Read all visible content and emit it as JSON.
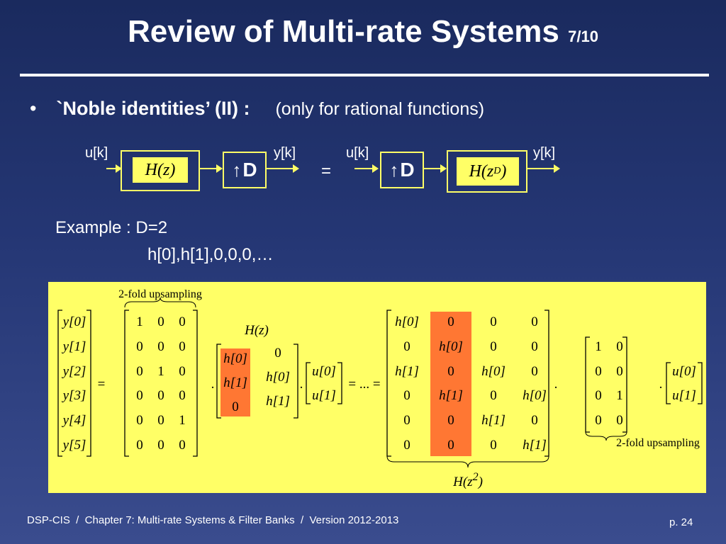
{
  "slide": {
    "title": "Review of Multi-rate Systems",
    "page_fraction": "7/10"
  },
  "bullet": {
    "marker": "•",
    "label": "`Noble identities’ (II) :",
    "note": "(only for rational functions)"
  },
  "diagram": {
    "input": "u[k]",
    "output": "y[k]",
    "equals": "=",
    "left_filter": "H(z)",
    "decimator_label": "D",
    "right_filter_base": "H(z",
    "right_filter_exp": "D",
    "right_filter_close": ")"
  },
  "example": {
    "heading": "Example : D=2",
    "sequence": "h[0],h[1],0,0,0,…"
  },
  "matrix_panel": {
    "top_brace_label": "2-fold upsampling",
    "bottom_right_label": "2-fold upsampling",
    "hz_label": "H(z)",
    "hz2_label_base": "H(z",
    "hz2_label_exp": "2",
    "hz2_label_close": ")",
    "y_vector": [
      "y[0]",
      "y[1]",
      "y[2]",
      "y[3]",
      "y[4]",
      "y[5]"
    ],
    "up_matrix": [
      [
        "1",
        "0",
        "0"
      ],
      [
        "0",
        "0",
        "0"
      ],
      [
        "0",
        "1",
        "0"
      ],
      [
        "0",
        "0",
        "0"
      ],
      [
        "0",
        "0",
        "1"
      ],
      [
        "0",
        "0",
        "0"
      ]
    ],
    "h_matrix": [
      [
        "h[0]",
        "0"
      ],
      [
        "h[1]",
        "h[0]"
      ],
      [
        "0",
        "h[1]"
      ]
    ],
    "u_vector": [
      "u[0]",
      "u[1]"
    ],
    "big_matrix": [
      [
        "h[0]",
        "0",
        "0",
        "0"
      ],
      [
        "0",
        "h[0]",
        "0",
        "0"
      ],
      [
        "h[1]",
        "0",
        "h[0]",
        "0"
      ],
      [
        "0",
        "h[1]",
        "0",
        "h[0]"
      ],
      [
        "0",
        "0",
        "h[1]",
        "0"
      ],
      [
        "0",
        "0",
        "0",
        "h[1]"
      ]
    ],
    "small_up_matrix": [
      [
        "1",
        "0"
      ],
      [
        "0",
        "0"
      ],
      [
        "0",
        "1"
      ],
      [
        "0",
        "0"
      ]
    ],
    "equals_sign": "=",
    "dots_equals": "= ... =",
    "dot_sign": "."
  },
  "footer": {
    "left": "DSP-CIS  /  Chapter 7: Multi-rate Systems & Filter Banks  /  Version 2012-2013",
    "right": "p. 24"
  },
  "colors": {
    "background": "#253775",
    "panel_yellow": "#ffff66",
    "highlight_orange": "#ff7733",
    "text": "#ffffff"
  }
}
